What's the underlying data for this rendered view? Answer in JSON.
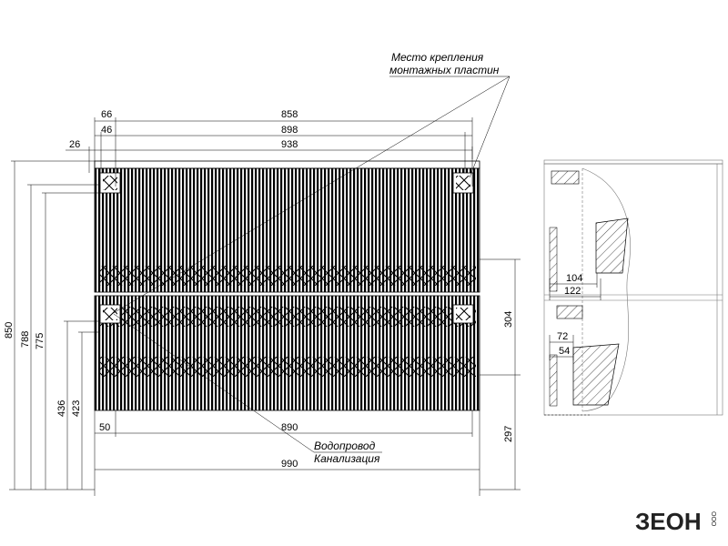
{
  "labels": {
    "mount_plate_line1": "Место крепления",
    "mount_plate_line2": "монтажных пластин",
    "water_pipe": "Водопровод",
    "sewer": "Канализация"
  },
  "dimensions": {
    "top_66": "66",
    "top_858": "858",
    "top_46": "46",
    "top_898": "898",
    "top_26": "26",
    "top_938": "938",
    "left_850": "850",
    "left_788": "788",
    "left_775": "775",
    "left_436": "436",
    "left_423": "423",
    "bottom_50": "50",
    "bottom_890": "890",
    "bottom_990": "990",
    "right_304": "304",
    "right_297": "297",
    "side_104": "104",
    "side_122": "122",
    "side_72": "72",
    "side_54": "54"
  },
  "brand": {
    "name": "ЗЕОН",
    "tagline": "ООО"
  },
  "colors": {
    "lines": "#000000",
    "background": "#ffffff",
    "brand": "#222222"
  }
}
